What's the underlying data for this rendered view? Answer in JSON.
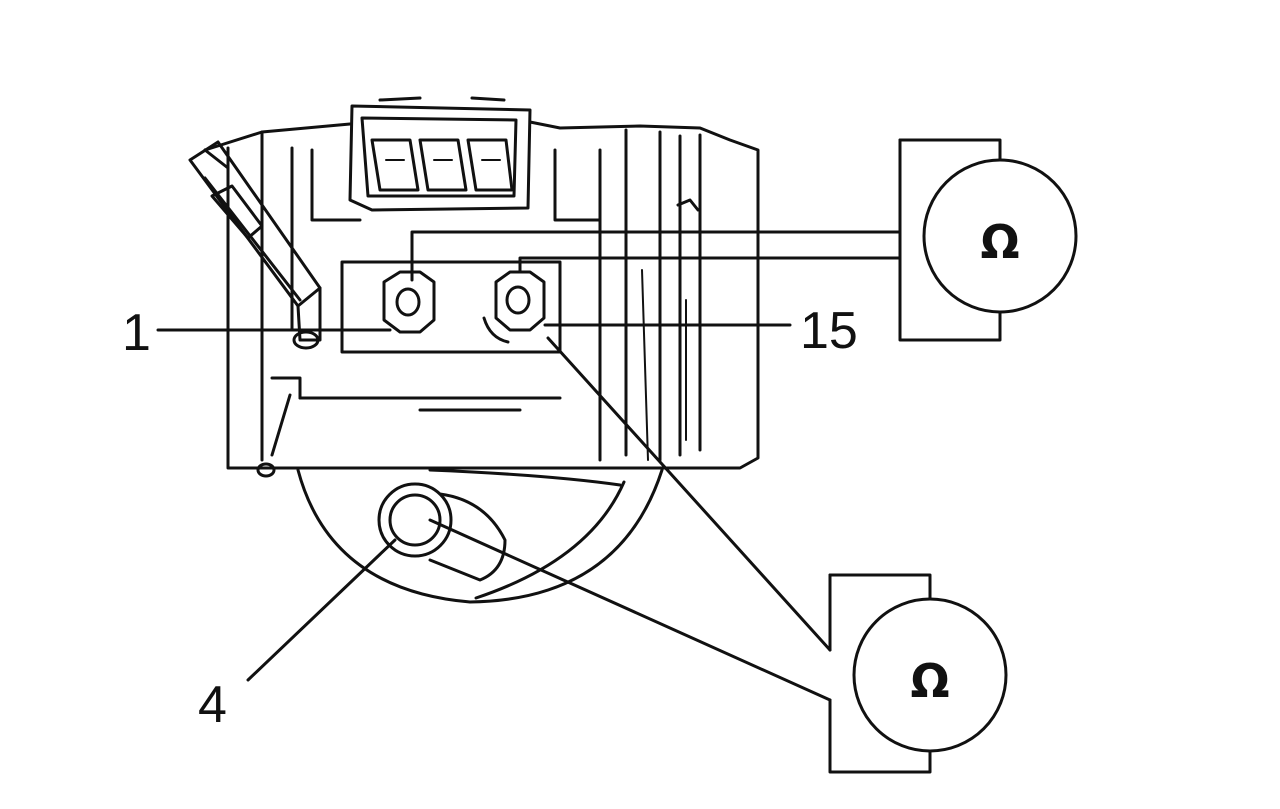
{
  "labels": {
    "terminal_1": "1",
    "terminal_15": "15",
    "terminal_4": "4"
  },
  "meters": [
    {
      "symbol": "Ω",
      "icon": "ohmmeter-icon"
    },
    {
      "symbol": "Ω",
      "icon": "ohmmeter-icon"
    }
  ],
  "colors": {
    "ink": "#111111",
    "background": "#ffffff"
  }
}
